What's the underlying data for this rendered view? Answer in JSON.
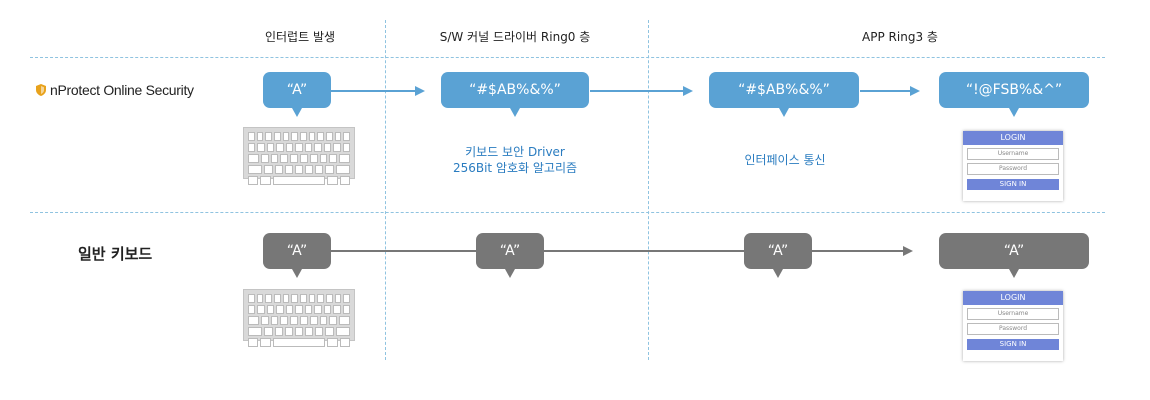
{
  "headers": {
    "col1": "인터럽트 발생",
    "col2": "S/W 커널 드라이버 Ring0 층",
    "col3": "APP Ring3 층"
  },
  "rows": {
    "protected": {
      "brand": "nProtect Online Security",
      "bubble1": "“A”",
      "bubble2": "“#$AB%&%”",
      "bubble3": "“#$AB%&%”",
      "bubble4": "“!@FSB%&^”",
      "note1_line1": "키보드 보안 Driver",
      "note1_line2": "256Bit 암호화 알고리즘",
      "note2": "인터페이스 통신"
    },
    "normal": {
      "label": "일반 키보드",
      "bubble1": "“A”",
      "bubble2": "“A”",
      "bubble3": "“A”",
      "bubble4": "“A”"
    }
  },
  "login_form": {
    "title": "LOGIN",
    "username_placeholder": "Username",
    "password_placeholder": "Password",
    "signin": "SIGN IN"
  },
  "colors": {
    "protected_bubble": "#5aa2d4",
    "normal_bubble": "#777777",
    "note_text": "#2a7cc0",
    "login_accent": "#6f85d8",
    "divider": "#8fc3e0"
  }
}
